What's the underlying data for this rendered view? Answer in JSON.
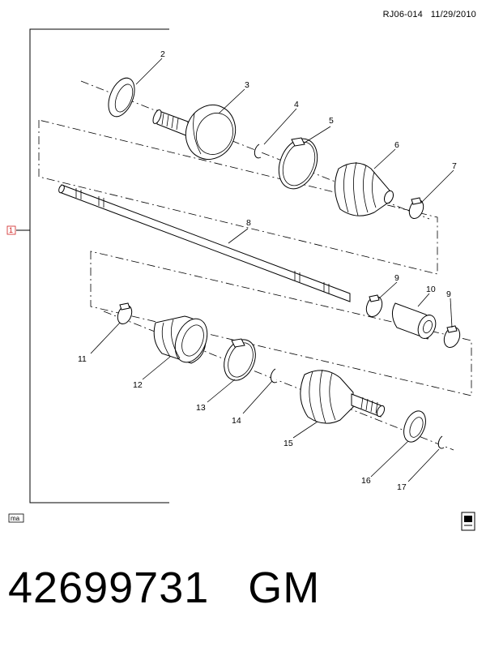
{
  "header": {
    "ref_code": "RJ06-014",
    "date": "11/29/2010"
  },
  "bracket_ref": "1",
  "corner_label_left": "ma",
  "corner_icon": "manual-book-icon",
  "callouts": {
    "c2": "2",
    "c3": "3",
    "c4": "4",
    "c5": "5",
    "c6": "6",
    "c7": "7",
    "c8": "8",
    "c9a": "9",
    "c9b": "9",
    "c10": "10",
    "c11": "11",
    "c12": "12",
    "c13": "13",
    "c14": "14",
    "c15": "15",
    "c16": "16",
    "c17": "17"
  },
  "footer": {
    "part_number": "42699731   GM"
  },
  "colors": {
    "line": "#000000",
    "ref_red": "#d02020",
    "background": "#ffffff"
  }
}
